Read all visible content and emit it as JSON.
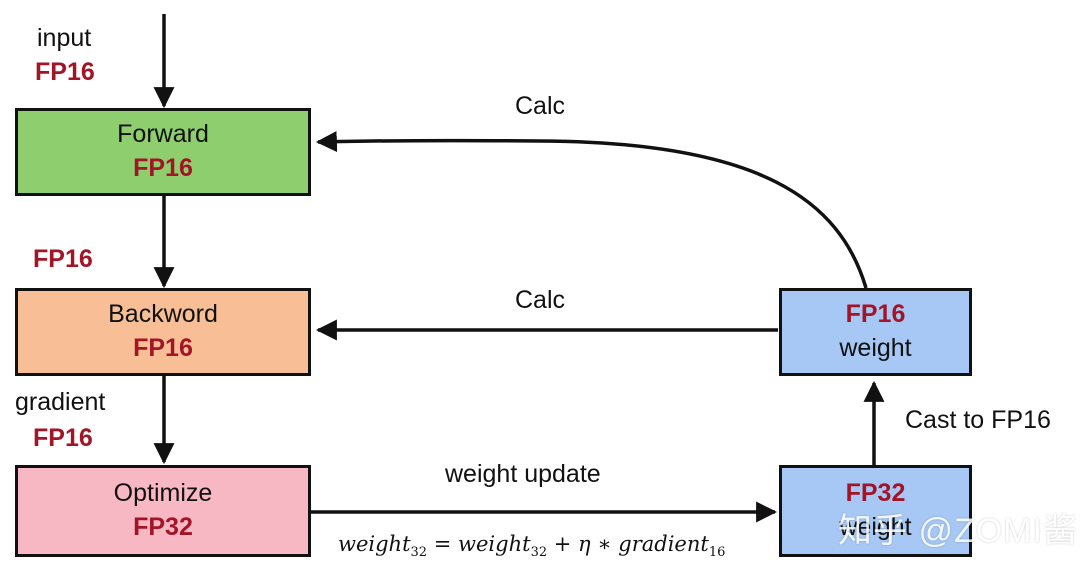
{
  "labels": {
    "input": "input",
    "input_fp": "FP16",
    "mid_fp": "FP16",
    "gradient": "gradient",
    "gradient_fp": "FP16",
    "calc_top": "Calc",
    "calc_mid": "Calc",
    "weight_update": "weight update",
    "cast": "Cast to FP16"
  },
  "boxes": {
    "forward": {
      "title": "Forward",
      "precision": "FP16",
      "color": "#8fce6e"
    },
    "backword": {
      "title": "Backword",
      "precision": "FP16",
      "color": "#f8bf96"
    },
    "optimize": {
      "title": "Optimize",
      "precision": "FP32",
      "color": "#f7b7c3"
    },
    "fp16_weight": {
      "precision": "FP16",
      "title": "weight",
      "color": "#a7c8f4"
    },
    "fp32_weight": {
      "precision": "FP32",
      "title": "weight",
      "color": "#a7c8f4"
    }
  },
  "formula": {
    "w1": "weight",
    "s1": "32",
    "eq": " = ",
    "w2": "weight",
    "s2": "32",
    "op": " + η ∗ ",
    "g": "gradient",
    "s3": "16"
  },
  "watermark": "知乎 @ZOMI酱",
  "colors": {
    "accent_red": "#a31427",
    "stroke": "#111111"
  }
}
